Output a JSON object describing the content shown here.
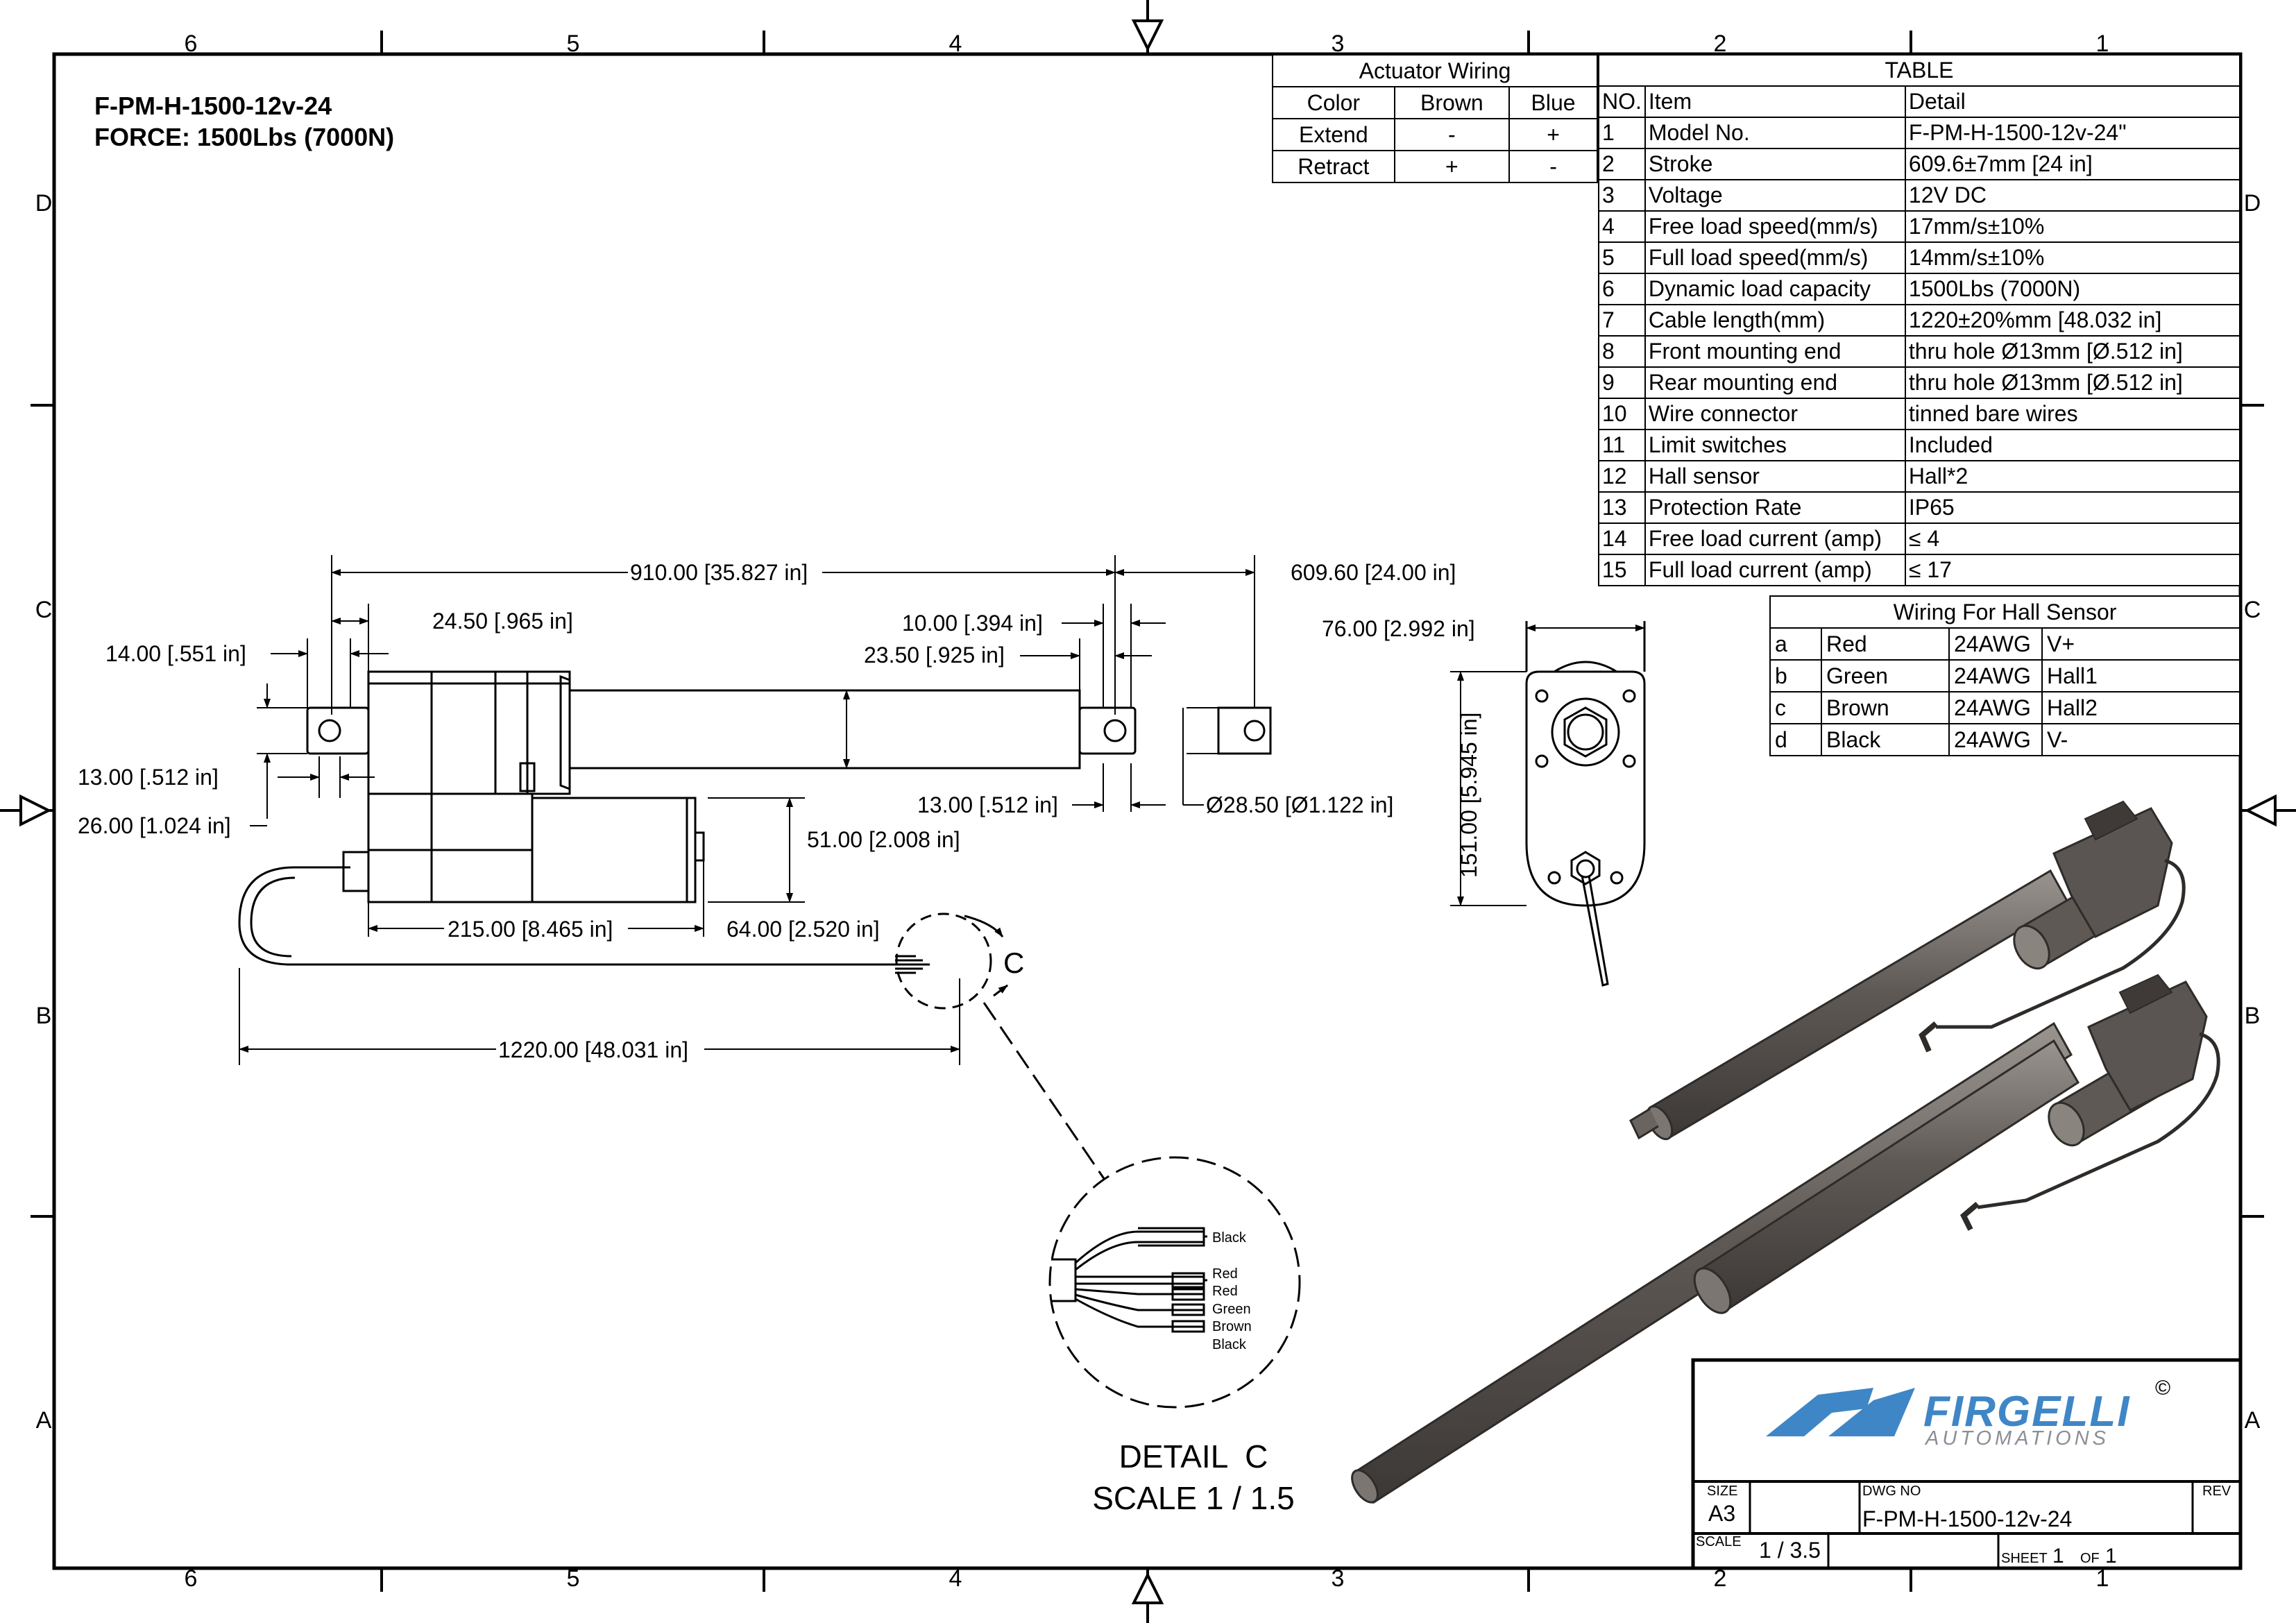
{
  "title": {
    "model": "F-PM-H-1500-12v-24",
    "force": "FORCE: 1500Lbs (7000N)"
  },
  "border": {
    "col_numbers": [
      "6",
      "5",
      "4",
      "3",
      "2",
      "1"
    ],
    "row_letters": [
      "D",
      "C",
      "B",
      "A"
    ]
  },
  "actuator_wiring": {
    "title": "Actuator Wiring",
    "headers": [
      "Color",
      "Brown",
      "Blue"
    ],
    "rows": [
      [
        "Extend",
        "-",
        "+"
      ],
      [
        "Retract",
        "+",
        "-"
      ]
    ]
  },
  "spec_table": {
    "title": "TABLE",
    "headers": [
      "NO.",
      "Item",
      "Detail"
    ],
    "rows": [
      [
        "1",
        "Model No.",
        "F-PM-H-1500-12v-24\""
      ],
      [
        "2",
        "Stroke",
        "609.6±7mm [24 in]"
      ],
      [
        "3",
        "Voltage",
        "12V DC"
      ],
      [
        "4",
        "Free load speed(mm/s)",
        "17mm/s±10%"
      ],
      [
        "5",
        "Full load speed(mm/s)",
        "14mm/s±10%"
      ],
      [
        "6",
        "Dynamic load capacity",
        "1500Lbs (7000N)"
      ],
      [
        "7",
        "Cable length(mm)",
        "1220±20%mm [48.032 in]"
      ],
      [
        "8",
        "Front mounting end",
        "thru hole Ø13mm [Ø.512 in]"
      ],
      [
        "9",
        "Rear mounting end",
        "thru hole Ø13mm [Ø.512 in]"
      ],
      [
        "10",
        "Wire connector",
        "tinned bare wires"
      ],
      [
        "11",
        "Limit switches",
        "Included"
      ],
      [
        "12",
        "Hall sensor",
        "Hall*2"
      ],
      [
        "13",
        "Protection Rate",
        "IP65"
      ],
      [
        "14",
        "Free load current (amp)",
        "≤ 4"
      ],
      [
        "15",
        "Full load current (amp)",
        "≤ 17"
      ]
    ]
  },
  "hall_sensor": {
    "title": "Wiring For Hall Sensor",
    "rows": [
      [
        "a",
        "Red",
        "24AWG",
        "V+"
      ],
      [
        "b",
        "Green",
        "24AWG",
        "Hall1"
      ],
      [
        "c",
        "Brown",
        "24AWG",
        "Hall2"
      ],
      [
        "d",
        "Black",
        "24AWG",
        "V-"
      ]
    ]
  },
  "dimensions": {
    "overall": "910.00 [35.827 in]",
    "stroke": "609.60 [24.00 in]",
    "rear_offset": "24.50 [.965 in]",
    "rear_lug": "14.00 [.551 in]",
    "front_lug": "10.00 [.394 in]",
    "front_offset": "23.50 [.925 in]",
    "rear_hole": "13.00 [.512 in]",
    "rear_height": "26.00 [1.024 in]",
    "front_hole": "13.00 [.512 in]",
    "rod_dia": "Ø28.50 [Ø1.122 in]",
    "body_height": "51.00 [2.008 in]",
    "motor_len": "215.00 [8.465 in]",
    "motor_dia": "64.00 [2.520 in]",
    "cable": "1220.00 [48.031 in]",
    "end_width": "76.00 [2.992 in]",
    "end_height": "151.00 [5.945 in]"
  },
  "detail": {
    "marker": "C",
    "title": "DETAIL  C",
    "scale": "SCALE 1 / 1.5",
    "wires": [
      "Black",
      "Red",
      "Red",
      "Green",
      "Brown",
      "Black"
    ]
  },
  "title_block": {
    "logo_main": "FIRGELLI",
    "logo_sub": "AUTOMATIONS",
    "copyright": "©",
    "size_label": "SIZE",
    "size_value": "A3",
    "dwg_label": "DWG NO",
    "dwg_value": "F-PM-H-1500-12v-24",
    "rev_label": "REV",
    "scale_label": "SCALE",
    "scale_value": "1 / 3.5",
    "sheet_label": "SHEET",
    "sheet_value": "1",
    "of_label": "OF",
    "of_value": "1"
  },
  "colors": {
    "line": "#000000",
    "logo_blue": "#3f86c6",
    "logo_grey": "#8a8f96",
    "metal": "#6f6a66"
  }
}
